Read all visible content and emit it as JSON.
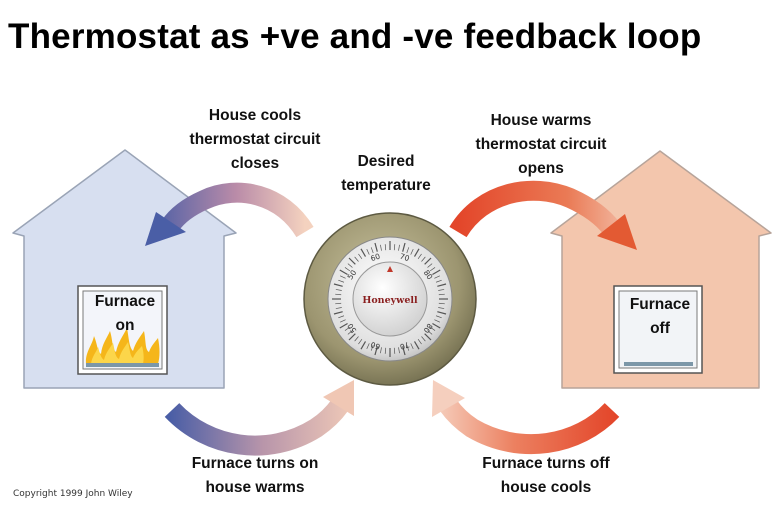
{
  "title": "Thermostat as +ve and -ve feedback loop",
  "labels": {
    "top_left": [
      "House cools",
      "thermostat circuit",
      "closes"
    ],
    "top_right": [
      "House warms",
      "thermostat circuit",
      "opens"
    ],
    "center": [
      "Desired",
      "temperature"
    ],
    "bottom_left": [
      "Furnace turns on",
      "house warms"
    ],
    "bottom_right": [
      "Furnace turns off",
      "house cools"
    ]
  },
  "houses": {
    "left": {
      "furnace": [
        "Furnace",
        "on"
      ],
      "wall_color": "#d7dff0",
      "state": "flames"
    },
    "right": {
      "furnace": [
        "Furnace",
        "off"
      ],
      "wall_color": "#f3c6ad",
      "state": "no flames"
    }
  },
  "thermostat": {
    "brand": "Honeywell",
    "dial_numbers_top": [
      "50",
      "60",
      "70",
      "80"
    ],
    "dial_numbers_bottom": [
      "80",
      "70",
      "60",
      "50"
    ]
  },
  "colors": {
    "cool_arrow": "#4a5ea6",
    "warm_arrow": "#e0502a",
    "arrow_fade": "#f2cdb9",
    "bezel": "#9a9470"
  },
  "copyright": "Copyright 1999 John Wiley"
}
